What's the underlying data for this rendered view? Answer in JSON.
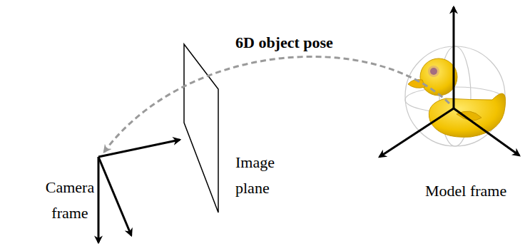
{
  "diagram": {
    "labels": [
      "6D object pose",
      "Image plane",
      "Camera frame",
      "Model frame"
    ]
  }
}
